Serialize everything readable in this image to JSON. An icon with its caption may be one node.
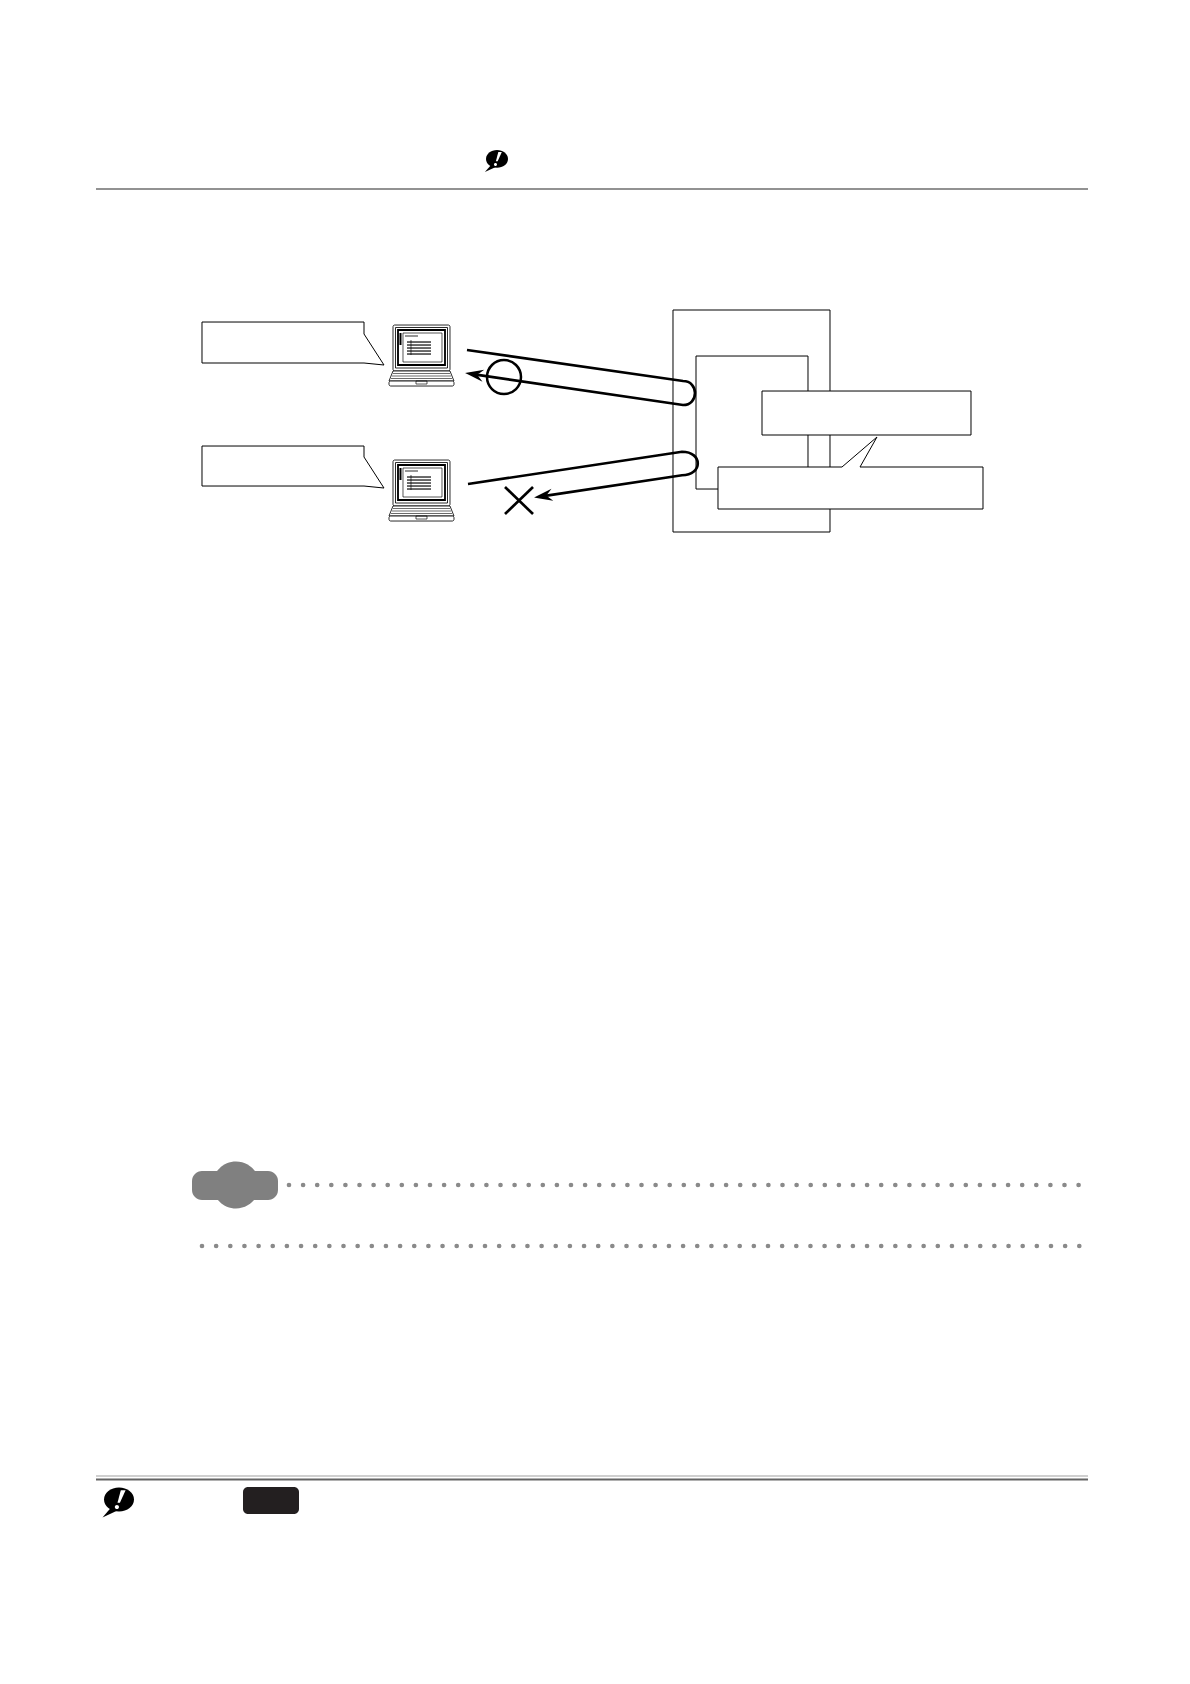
{
  "diagram": {
    "nodes": [
      {
        "text": [],
        "shape": "callout"
      },
      {
        "text": [],
        "shape": "picture"
      },
      {
        "text": [],
        "shape": "callout"
      },
      {
        "text": [],
        "shape": "picture"
      },
      {
        "text": [],
        "shape": "cross"
      },
      {
        "text": [],
        "shape": "box"
      },
      {
        "text": [],
        "shape": "box",
        "in": 5
      },
      {
        "text": [],
        "shape": "box"
      },
      {
        "text": [],
        "shape": "callout"
      }
    ],
    "edges": [
      {
        "from": 1,
        "to": 1,
        "arrow": "to"
      },
      {
        "from": 3,
        "to": 4,
        "arrow": "to"
      }
    ]
  }
}
